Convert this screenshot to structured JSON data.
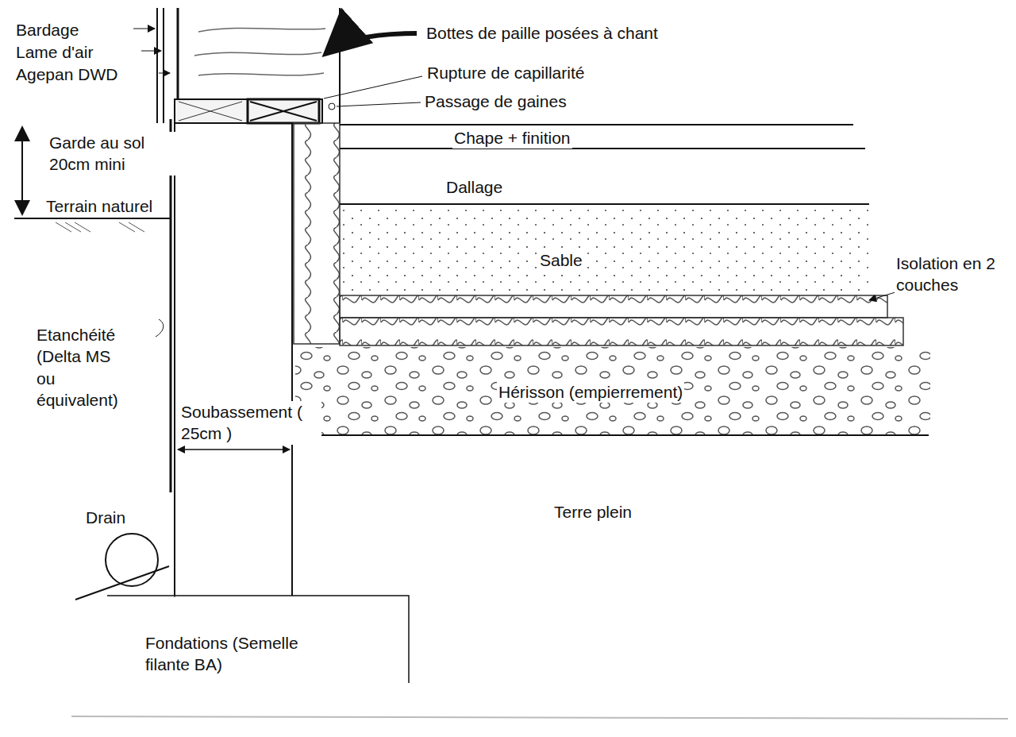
{
  "diagram": {
    "labels": [
      "Bardage",
      "Lame d'air",
      "Agepan DWD",
      "Bottes de paille posées à chant",
      "Rupture de capillarité",
      "Passage de gaines",
      "Garde au sol 20cm mini",
      "Chape + finition",
      "Terrain naturel",
      "Dallage",
      "Sable",
      "Isolation en 2 couches",
      "Etanchéité (Delta MS ou équivalent)",
      "Hérisson (empierrement)",
      "Soubassement ( 25cm )",
      "Terre plein",
      "Drain",
      "Fondations (Semelle filante BA)"
    ]
  }
}
